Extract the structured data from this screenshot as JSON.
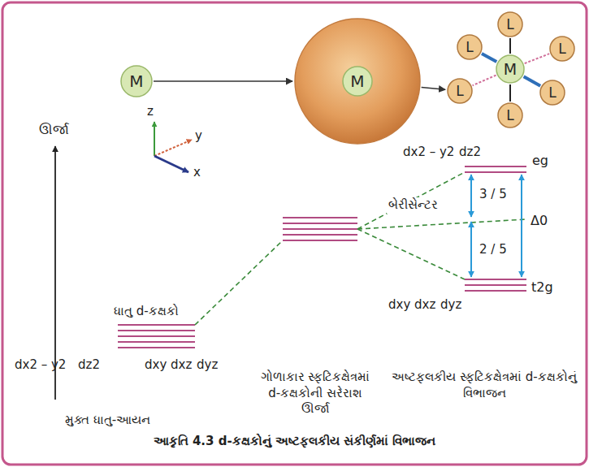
{
  "diagram": {
    "caption": "આકૃતિ 4.3 d-કક્ષકોનું અષ્ટફલકીય સંકીર્ણમાં વિભાજન",
    "nodes": [
      {
        "text": [
          "M"
        ]
      },
      {
        "text": [
          "M"
        ]
      },
      {
        "text": [
          "M"
        ]
      },
      {
        "text": [
          "L"
        ]
      },
      {
        "text": [
          "L"
        ]
      },
      {
        "text": [
          "L"
        ]
      },
      {
        "text": [
          "L"
        ]
      },
      {
        "text": [
          "L"
        ]
      },
      {
        "text": [
          "L"
        ]
      }
    ],
    "edges": [
      {
        "from": 0,
        "to": 1,
        "arrow": "to"
      },
      {
        "from": 1,
        "to": 5,
        "arrow": "to"
      },
      {
        "from": 2,
        "to": 3,
        "arrow": "none"
      },
      {
        "from": 2,
        "to": 4,
        "arrow": "none"
      },
      {
        "from": 2,
        "to": 5,
        "arrow": "none"
      },
      {
        "from": 2,
        "to": 6,
        "arrow": "none"
      },
      {
        "from": 2,
        "to": 7,
        "arrow": "none"
      },
      {
        "from": 2,
        "to": 8,
        "arrow": "none"
      }
    ],
    "labels": [
      "ઊર્જા",
      "z",
      "y",
      "x",
      "ધાતુ d-કક્ષકો",
      "dx2 – y2",
      "dz2",
      "dxy",
      "dxz",
      "dyz",
      "મુક્ત ધાતુ-આયન",
      "ગોળાકાર સ્ફટિકક્ષેત્રમાં d-કક્ષકોની સરેરાશ ઊર્જા",
      "અષ્ટફલકીય સ્ફટિકક્ષેત્રમાં d-કક્ષકોનું વિભાજન",
      "dx2 – y2",
      "dz2",
      "eg",
      "બેરીસેન્ટર",
      "3 / 5",
      "Δ0",
      "2 / 5",
      "dxy",
      "dxz",
      "dyz",
      "t2g"
    ]
  }
}
